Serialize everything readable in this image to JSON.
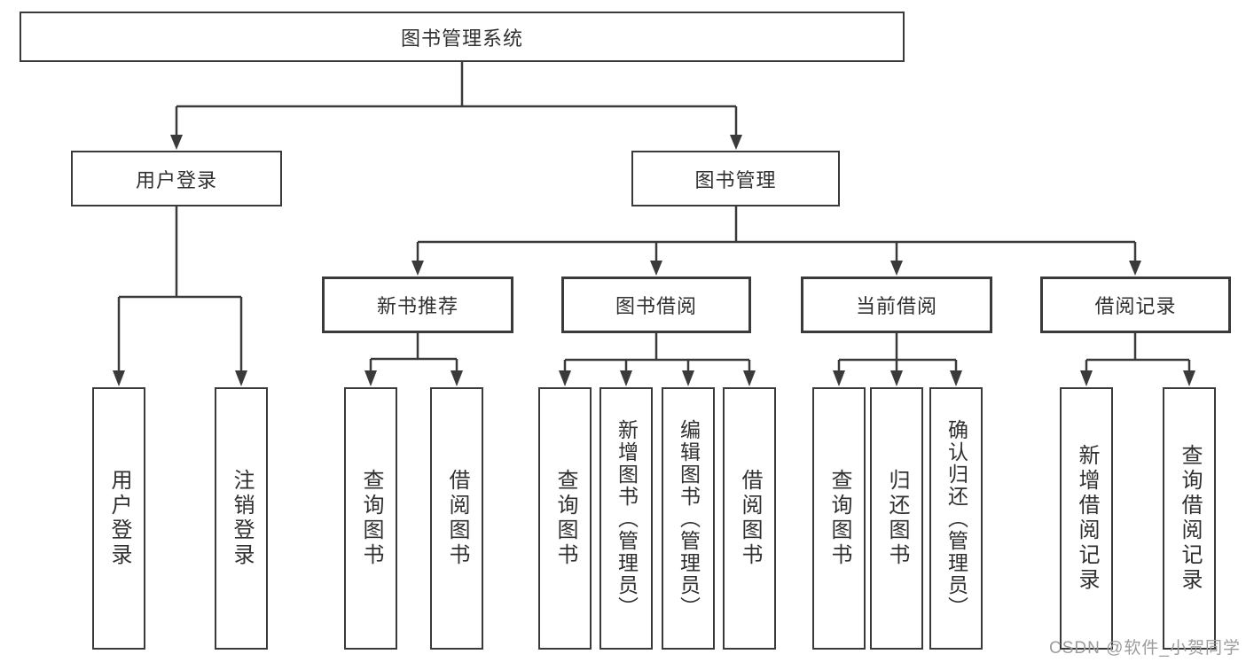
{
  "tree": {
    "root": {
      "label": "图书管理系统"
    },
    "branches": [
      {
        "label": "用户登录",
        "children": [
          {
            "label": "用户登录"
          },
          {
            "label": "注销登录"
          }
        ]
      },
      {
        "label": "图书管理",
        "children": [
          {
            "label": "新书推荐",
            "children": [
              {
                "label": "查询图书"
              },
              {
                "label": "借阅图书"
              }
            ]
          },
          {
            "label": "图书借阅",
            "children": [
              {
                "label": "查询图书"
              },
              {
                "label": "新增图书（管理员）"
              },
              {
                "label": "编辑图书（管理员）"
              },
              {
                "label": "借阅图书"
              }
            ]
          },
          {
            "label": "当前借阅",
            "children": [
              {
                "label": "查询图书"
              },
              {
                "label": "归还图书"
              },
              {
                "label": "确认归还（管理员）"
              }
            ]
          },
          {
            "label": "借阅记录",
            "children": [
              {
                "label": "新增借阅记录"
              },
              {
                "label": "查询借阅记录"
              }
            ]
          }
        ]
      }
    ]
  },
  "watermark": {
    "text": "CSDN @软件_小贺同学"
  },
  "colors": {
    "line": "#3a3a3a",
    "text": "#303030",
    "box_background": "#ffffff",
    "watermark": "#9c9c9c"
  }
}
